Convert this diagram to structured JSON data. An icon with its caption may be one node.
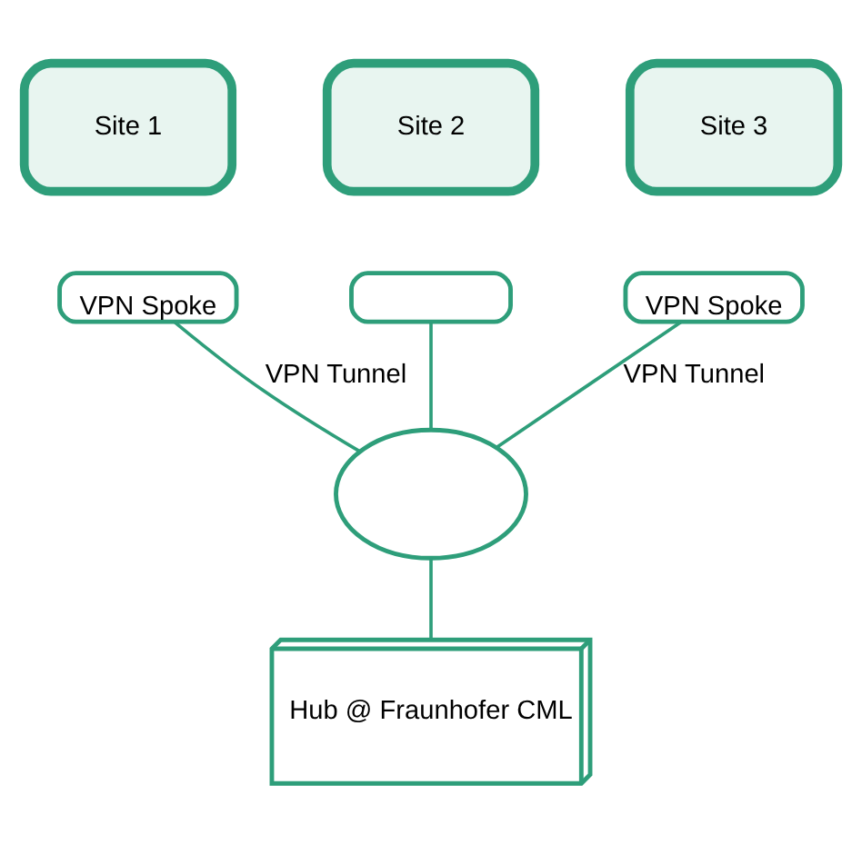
{
  "diagram": {
    "nodes": [
      {
        "text": [
          "Site 1"
        ]
      },
      {
        "text": [
          "Site 2"
        ]
      },
      {
        "text": [
          "Site 3"
        ]
      },
      {
        "text": [
          "VPN Spoke"
        ]
      },
      {
        "text": [],
        "shape": "box"
      },
      {
        "text": [
          "VPN Spoke"
        ]
      },
      {
        "text": [],
        "shape": "cloud"
      },
      {
        "text": [
          "Hub @ Fraunhofer CML"
        ]
      }
    ],
    "edges": [
      {
        "from": 3,
        "to": 6,
        "arrow": "none",
        "label": "VPN Tunnel"
      },
      {
        "from": 4,
        "to": 6,
        "arrow": "none"
      },
      {
        "from": 5,
        "to": 6,
        "arrow": "none",
        "label": "VPN Tunnel"
      },
      {
        "from": 6,
        "to": 7,
        "arrow": "none"
      }
    ]
  }
}
